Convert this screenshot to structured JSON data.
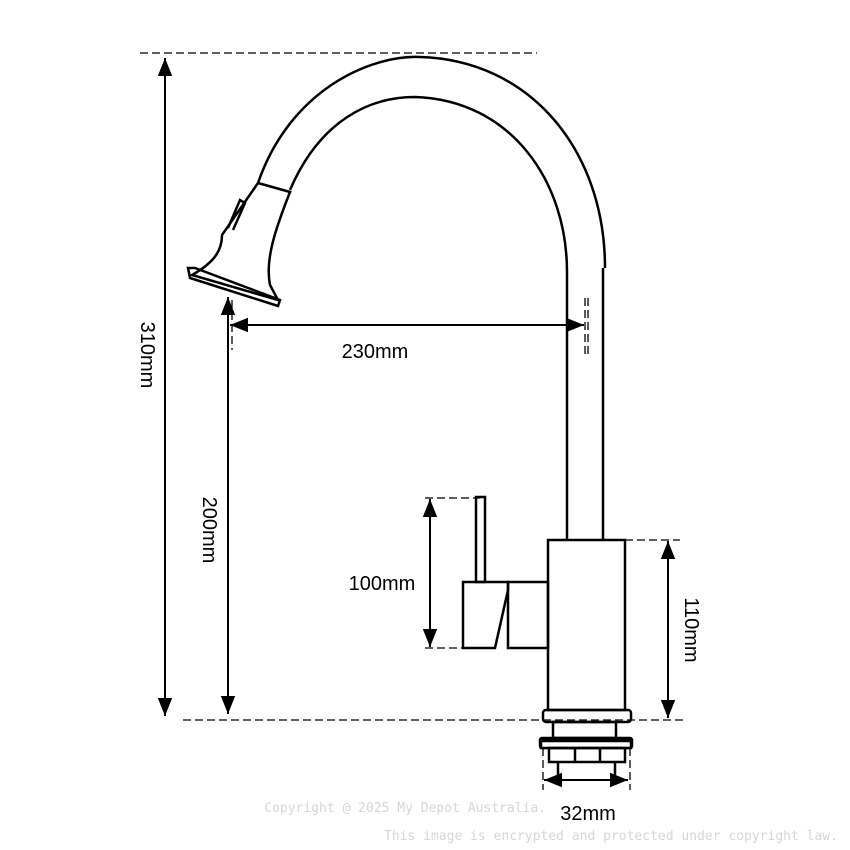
{
  "dimensions": {
    "total_height": "310mm",
    "spout_reach": "230mm",
    "spout_height": "200mm",
    "handle_height": "100mm",
    "body_height": "110mm",
    "base_diameter": "32mm"
  },
  "watermark": {
    "line1": "Copyright @ 2025 My Depot Australia.",
    "line2": "This image is encrypted and protected under copyright law."
  }
}
